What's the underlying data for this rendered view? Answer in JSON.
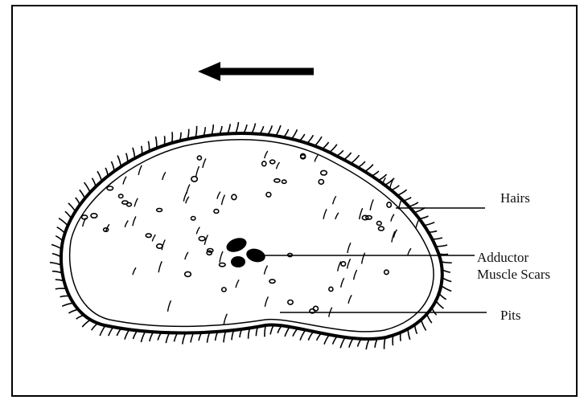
{
  "labels": {
    "hairs": "Hairs",
    "adductor_line1": "Adductor",
    "adductor_line2": "Muscle Scars",
    "pits": "Pits"
  },
  "colors": {
    "ink": "#111111",
    "background": "#ffffff"
  },
  "icons": {
    "direction_arrow": "left-arrow-icon"
  }
}
